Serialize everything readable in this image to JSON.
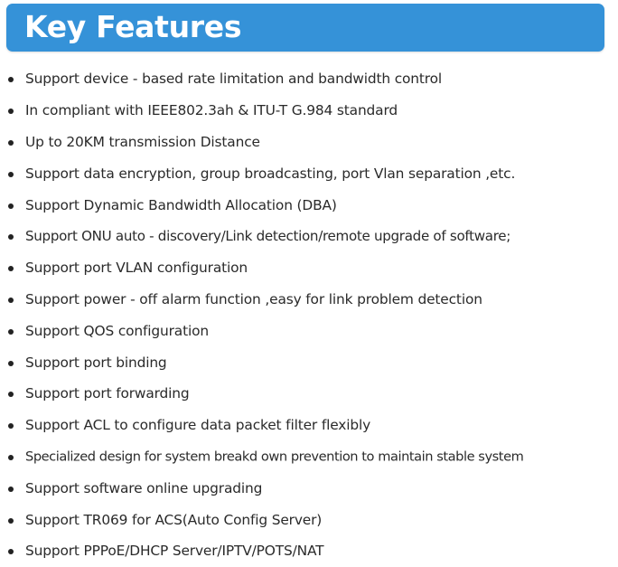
{
  "header": {
    "title": "Key Features",
    "background_color": "#3592d8",
    "text_color": "#ffffff"
  },
  "features": [
    "Support device - based rate limitation and bandwidth control",
    "In compliant with IEEE802.3ah & ITU-T G.984 standard",
    "Up to 20KM transmission Distance",
    "Support data encryption, group broadcasting, port Vlan separation ,etc.",
    "Support Dynamic Bandwidth Allocation (DBA)",
    "Support ONU auto - discovery/Link detection/remote upgrade of software;",
    "Support port VLAN configuration",
    "Support power - off alarm function ,easy for link problem detection",
    "Support QOS configuration",
    "Support port binding",
    "Support port forwarding",
    "Support ACL to configure data packet filter flexibly",
    "Specialized design for system breakd own prevention to maintain stable system",
    "Support software online upgrading",
    "Support TR069 for ACS(Auto Config Server)",
    "Support PPPoE/DHCP Server/IPTV/POTS/NAT"
  ]
}
